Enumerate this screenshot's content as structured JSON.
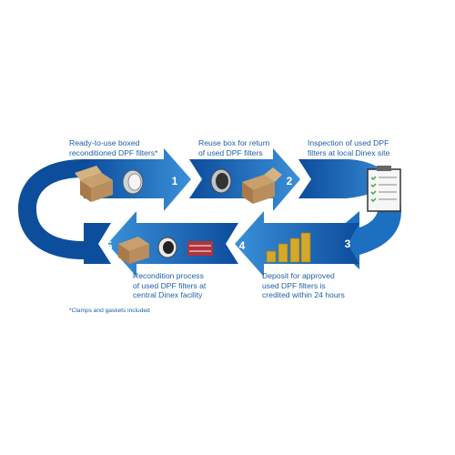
{
  "colors": {
    "arrow_dark": "#0d4e9c",
    "arrow_light": "#2f86d2",
    "text_blue": "#1f5fa8",
    "coin": "#d4a92b",
    "box": "#b98e5c"
  },
  "steps": [
    {
      "number": "1",
      "caption": [
        "Ready-to-use boxed",
        "reconditioned DPF filters*"
      ]
    },
    {
      "number": "2",
      "caption": [
        "Reuse box for return",
        "of used DPF filters"
      ]
    },
    {
      "number": "3",
      "caption": [
        "Inspection of used DPF",
        "filters at local Dinex site"
      ]
    },
    {
      "number": "4",
      "caption": [
        "Deposit for approved",
        "used DPF filters is",
        "credited within 24 hours"
      ]
    },
    {
      "number": "5",
      "caption": [
        "Recondition process",
        "of used DPF filters at",
        "central Dinex facility"
      ]
    }
  ],
  "footnote": "*Clamps and gaskets included",
  "icons": [
    "box-icon",
    "filter-icon",
    "clipboard-icon",
    "coins-icon",
    "filter-dirty-icon"
  ]
}
